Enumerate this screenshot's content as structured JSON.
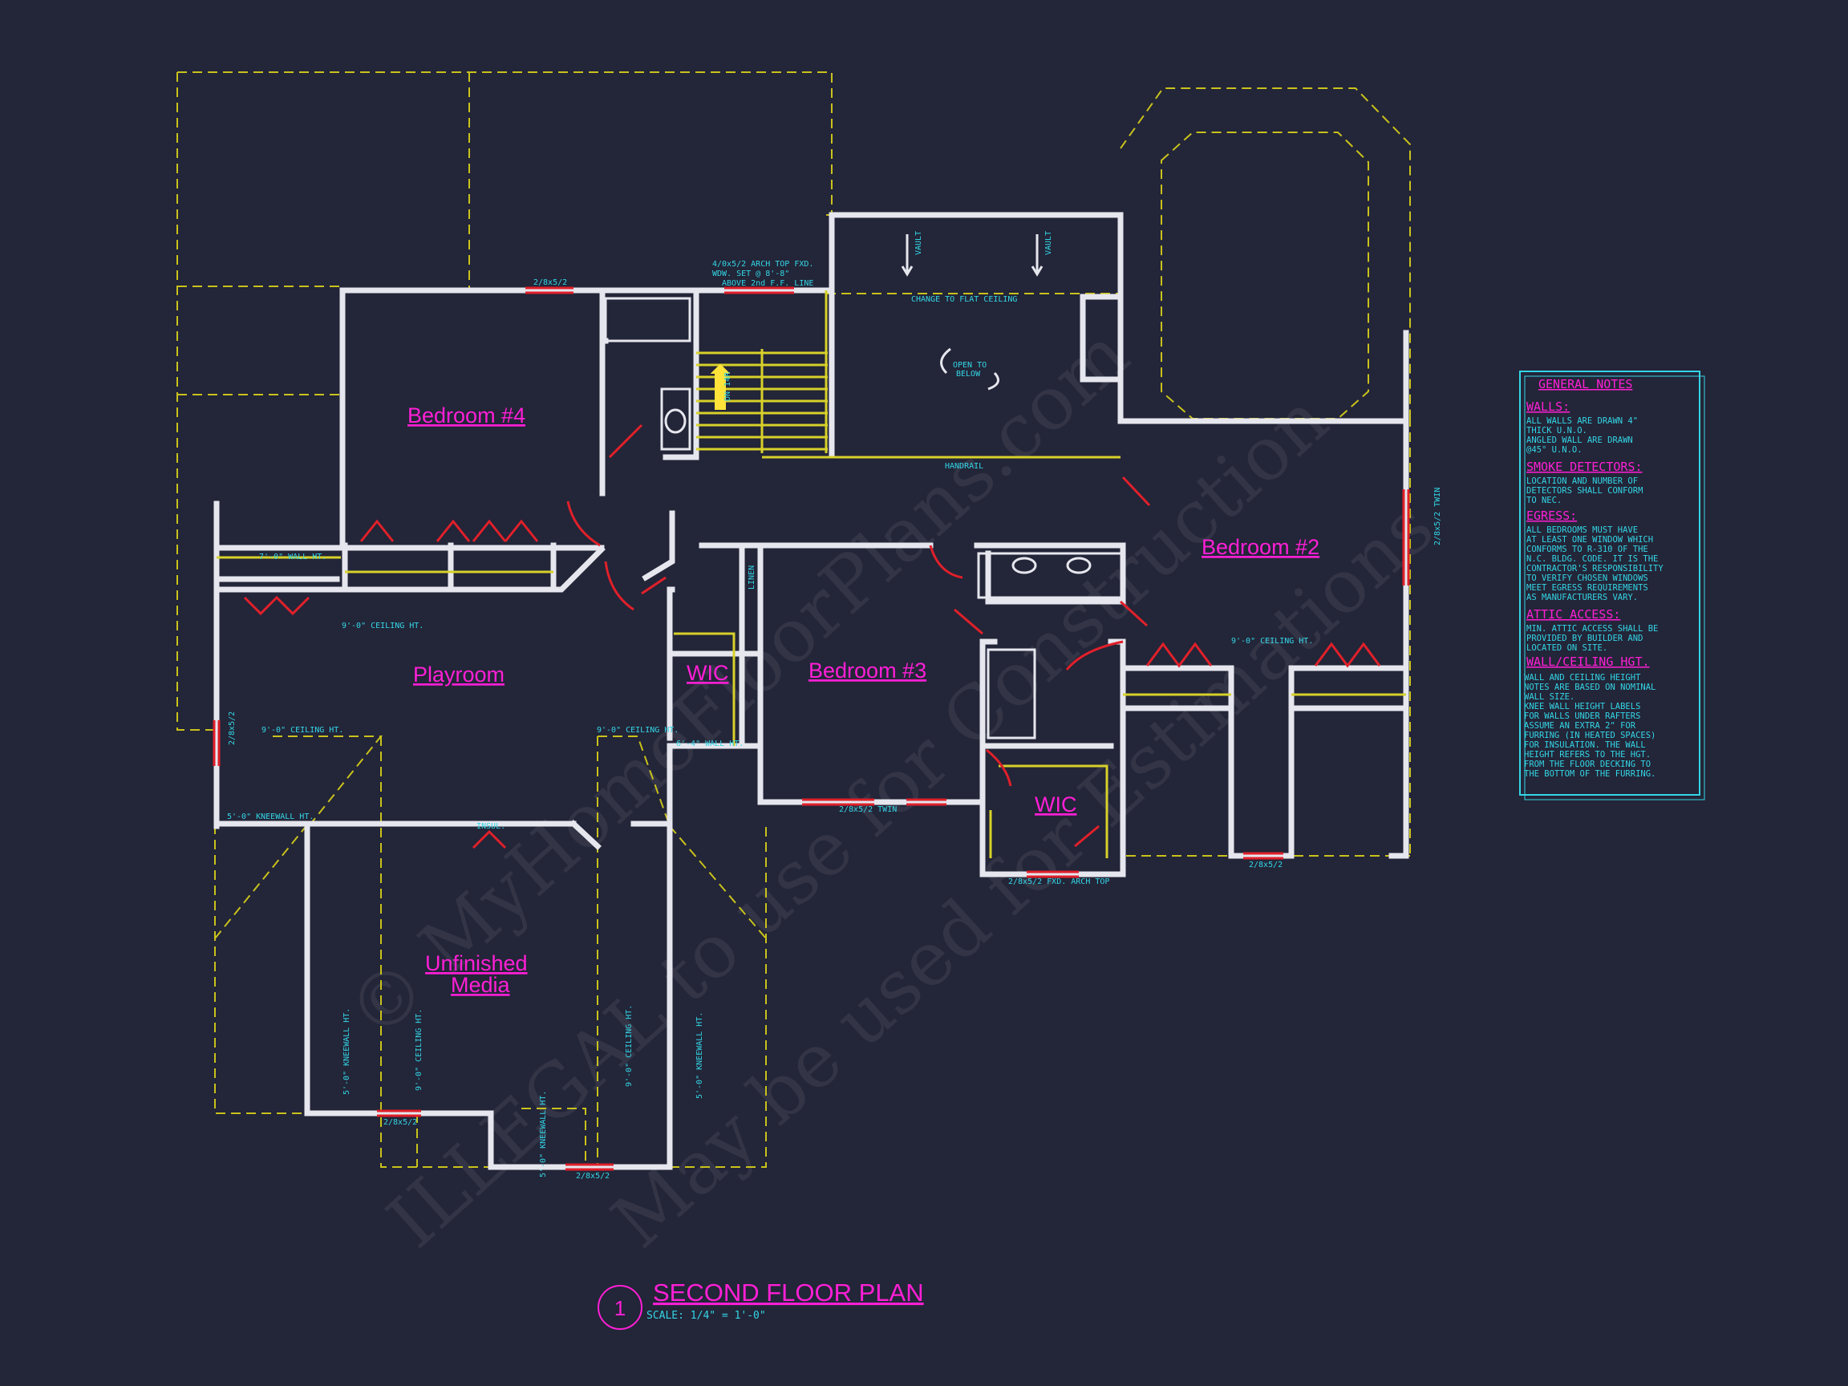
{
  "rooms": {
    "bedroom4": "Bedroom #4",
    "bedroom2": "Bedroom #2",
    "bedroom3": "Bedroom #3",
    "playroom": "Playroom",
    "wic_left": "WIC",
    "wic_right": "WIC",
    "media_line1": "Unfinished",
    "media_line2": "Media"
  },
  "labels": {
    "arch_window_1": "4/0x5/2 ARCH TOP FXD.",
    "arch_window_2": "WDW. SET @ 8'-8\"",
    "arch_window_3": "ABOVE 2nd F.F. LINE",
    "win_top_left": "2/8x5/2",
    "vault_1": "VAULT",
    "vault_2": "VAULT",
    "flat_ceiling": "CHANGE TO FLAT CEILING",
    "open_below_1": "OPEN TO",
    "open_below_2": "BELOW",
    "handrail": "HANDRAIL",
    "stair_dn": "DN 14R",
    "wall_ht_7": "7'-0\" WALL HT.",
    "ceiling_9_a": "9'-0\" CEILING HT.",
    "linen": "LINEN",
    "ceiling_9_b": "9'-0\" CEILING HT.",
    "ceiling_9_c": "9'-0\" CEILING HT.",
    "ceiling_9_d": "9'-0\" CEILING HT.",
    "wall_ht_6": "6'-4\" WALL HT.",
    "kneewall_5": "5'-0\" KNEEWALL HT.",
    "insul": "INSUL.",
    "win_left": "2/8x5/2",
    "win_bed3_twin": "2/8x5/2 TWIN",
    "win_bed2_twin": "2/8x5/2 TWIN",
    "win_wic_arch": "2/8x5/2 FXD. ARCH TOP",
    "win_bottom_right": "2/8x5/2",
    "win_media_1": "2/8x5/2",
    "win_media_2": "2/8x5/2",
    "kneewall_v1": "5'-0\" KNEEWALL HT.",
    "ceiling_v1": "9'-0\" CEILING HT.",
    "ceiling_v2": "9'-0\" CEILING HT.",
    "kneewall_v2": "5'-0\" KNEEWALL HT.",
    "kneewall_v3": "5'-0\" KNEEWALL HT."
  },
  "notes": {
    "title": "GENERAL NOTES",
    "sections": [
      {
        "heading": "WALLS:",
        "lines": [
          "ALL WALLS ARE DRAWN 4\"",
          "THICK U.N.O.",
          "ANGLED WALL ARE DRAWN",
          "@45° U.N.O."
        ]
      },
      {
        "heading": "SMOKE DETECTORS:",
        "lines": [
          "LOCATION AND NUMBER OF",
          "DETECTORS SHALL CONFORM",
          "TO NEC."
        ]
      },
      {
        "heading": "EGRESS:",
        "lines": [
          "ALL BEDROOMS MUST HAVE",
          "AT LEAST ONE WINDOW WHICH",
          "CONFORMS TO R-310 OF THE",
          "N.C. BLDG. CODE. IT IS THE",
          "CONTRACTOR'S RESPONSIBILITY",
          "TO VERIFY CHOSEN WINDOWS",
          "MEET EGRESS REQUIREMENTS",
          "AS MANUFACTURERS VARY."
        ]
      },
      {
        "heading": "ATTIC ACCESS:",
        "lines": [
          "MIN. ATTIC ACCESS SHALL BE",
          "PROVIDED BY BUILDER AND",
          "LOCATED ON SITE."
        ]
      },
      {
        "heading": "WALL/CEILING HGT.",
        "lines": [
          "WALL AND CEILING HEIGHT",
          "NOTES ARE BASED ON NOMINAL",
          "WALL SIZE.",
          "KNEE WALL HEIGHT LABELS",
          "FOR WALLS UNDER RAFTERS",
          "ASSUME AN EXTRA 2\" FOR",
          "FURRING (IN HEATED SPACES)",
          "FOR INSULATION. THE WALL",
          "HEIGHT REFERS TO THE HGT.",
          "FROM THE FLOOR DECKING TO",
          "THE BOTTOM OF THE FURRING."
        ]
      }
    ]
  },
  "title_block": {
    "number": "1",
    "title": "SECOND FLOOR PLAN",
    "scale": "SCALE: 1/4\" = 1'-0\""
  },
  "watermark": {
    "line1": "© MyHomeFloorPlans.com",
    "line2": "ILLEGAL to use for Construction",
    "line3": "May be used for Estimations"
  },
  "colors": {
    "background": "#232538",
    "walls": "#e6e6ee",
    "room_labels": "#ff1fd6",
    "annotations": "#33d6e6",
    "dashed_outline": "#c9c21c",
    "doors_windows": "#e0202a"
  }
}
